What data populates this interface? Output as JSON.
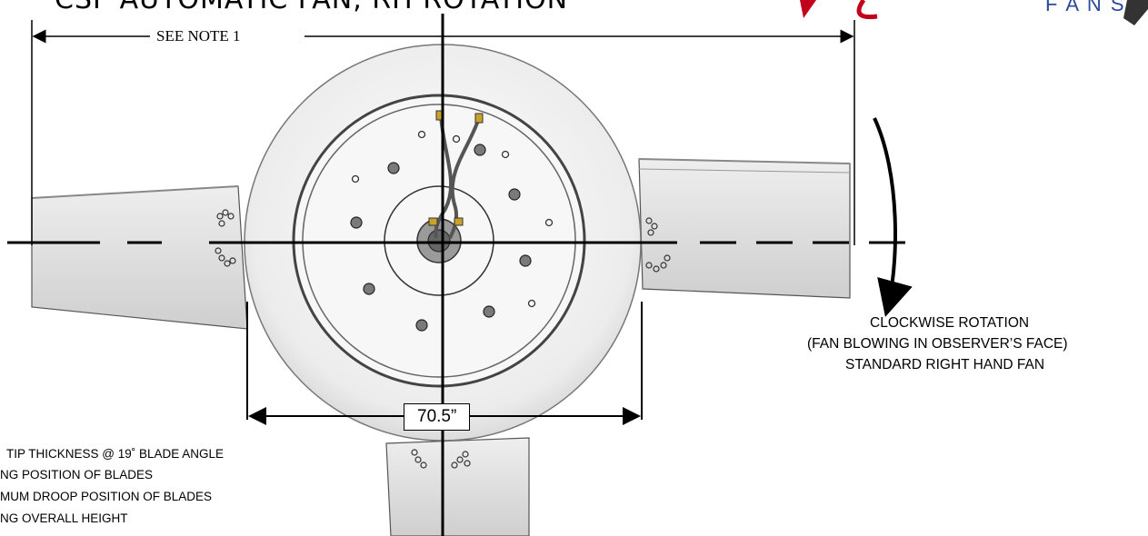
{
  "header": {
    "title": "CSP AUTOMATIC FAN,  RH ROTATION",
    "logo_text": "F A N S"
  },
  "dimensions": {
    "overall_note": "SEE NOTE 1",
    "hub_diameter": "70.5”"
  },
  "rotation": {
    "line1": "CLOCKWISE ROTATION",
    "line2": "(FAN BLOWING IN OBSERVER’S FACE)",
    "line3": "STANDARD RIGHT HAND FAN"
  },
  "notes": [
    "TIP THICKNESS @ 19˚ BLADE ANGLE",
    "NG POSITION OF BLADES",
    "MUM DROOP POSITION OF BLADES",
    "NG OVERALL HEIGHT"
  ],
  "colors": {
    "logo_red": "#c0001d",
    "logo_blue": "#2a4a9c",
    "blade": "#d9d9d9",
    "hub": "#f3f3f3"
  }
}
